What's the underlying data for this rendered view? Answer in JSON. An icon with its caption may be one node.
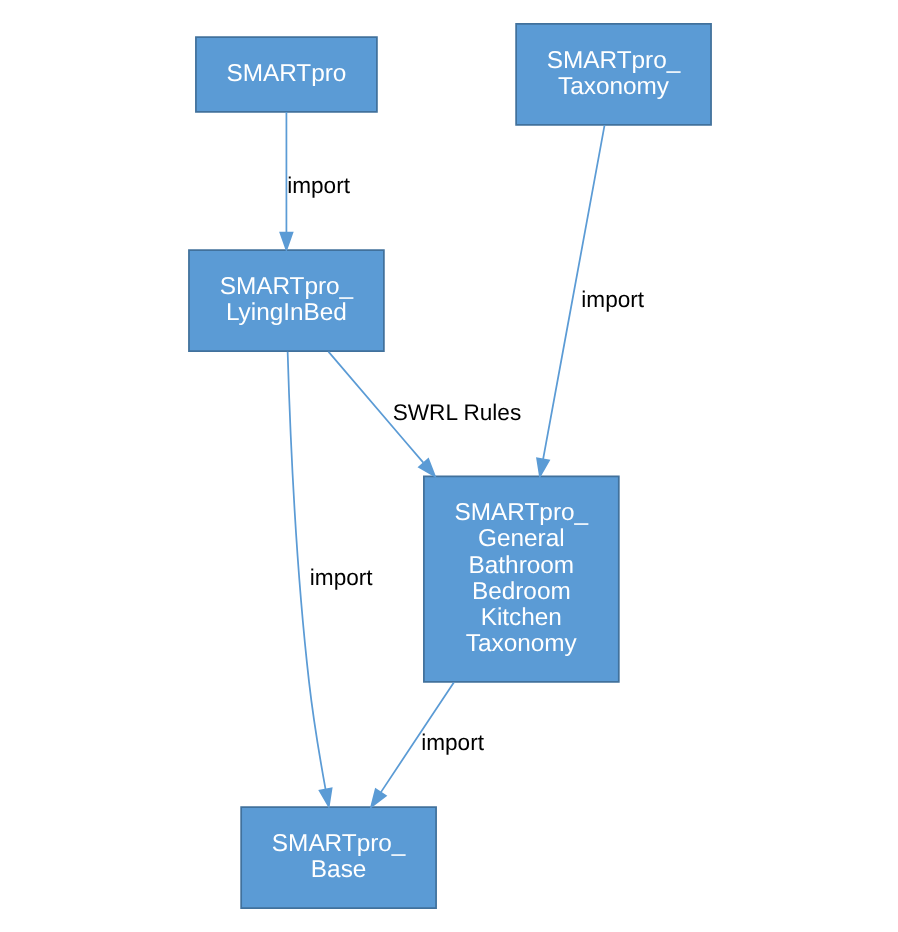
{
  "diagram": {
    "nodes": [
      {
        "text": [
          "SMARTpro"
        ]
      },
      {
        "text": [
          "SMARTpro_ Taxonomy"
        ]
      },
      {
        "text": [
          "SMARTpro_ LyingInBed"
        ]
      },
      {
        "text": [
          "SMARTpro_ General Bathroom Bedroom Kitchen Taxonomy"
        ]
      },
      {
        "text": [
          "SMARTpro_ Base"
        ]
      }
    ],
    "edges": [
      {
        "from": 0,
        "to": 2,
        "arrow": "to",
        "label": "import"
      },
      {
        "from": 1,
        "to": 3,
        "arrow": "to",
        "label": "import"
      },
      {
        "from": 2,
        "to": 3,
        "arrow": "to",
        "label": "SWRL Rules"
      },
      {
        "from": 2,
        "to": 4,
        "arrow": "to",
        "label": "import"
      },
      {
        "from": 3,
        "to": 4,
        "arrow": "to",
        "label": "import"
      }
    ]
  }
}
